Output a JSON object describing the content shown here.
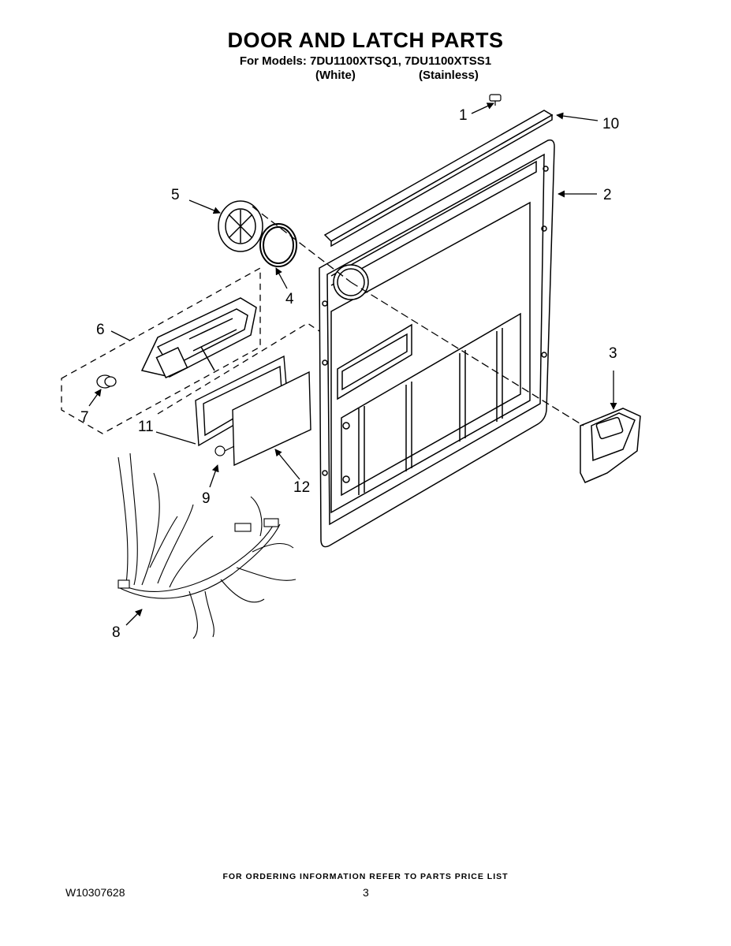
{
  "header": {
    "title": "DOOR AND LATCH PARTS",
    "models_line": "For Models: 7DU1100XTSQ1, 7DU1100XTSS1",
    "model_a_color": "(White)",
    "model_b_color": "(Stainless)"
  },
  "callouts": [
    "1",
    "2",
    "3",
    "4",
    "5",
    "6",
    "7",
    "8",
    "9",
    "10",
    "11",
    "12"
  ],
  "footer": {
    "ordering_note": "FOR ORDERING INFORMATION REFER TO PARTS PRICE LIST",
    "document_number": "W10307628",
    "page_number": "3"
  }
}
